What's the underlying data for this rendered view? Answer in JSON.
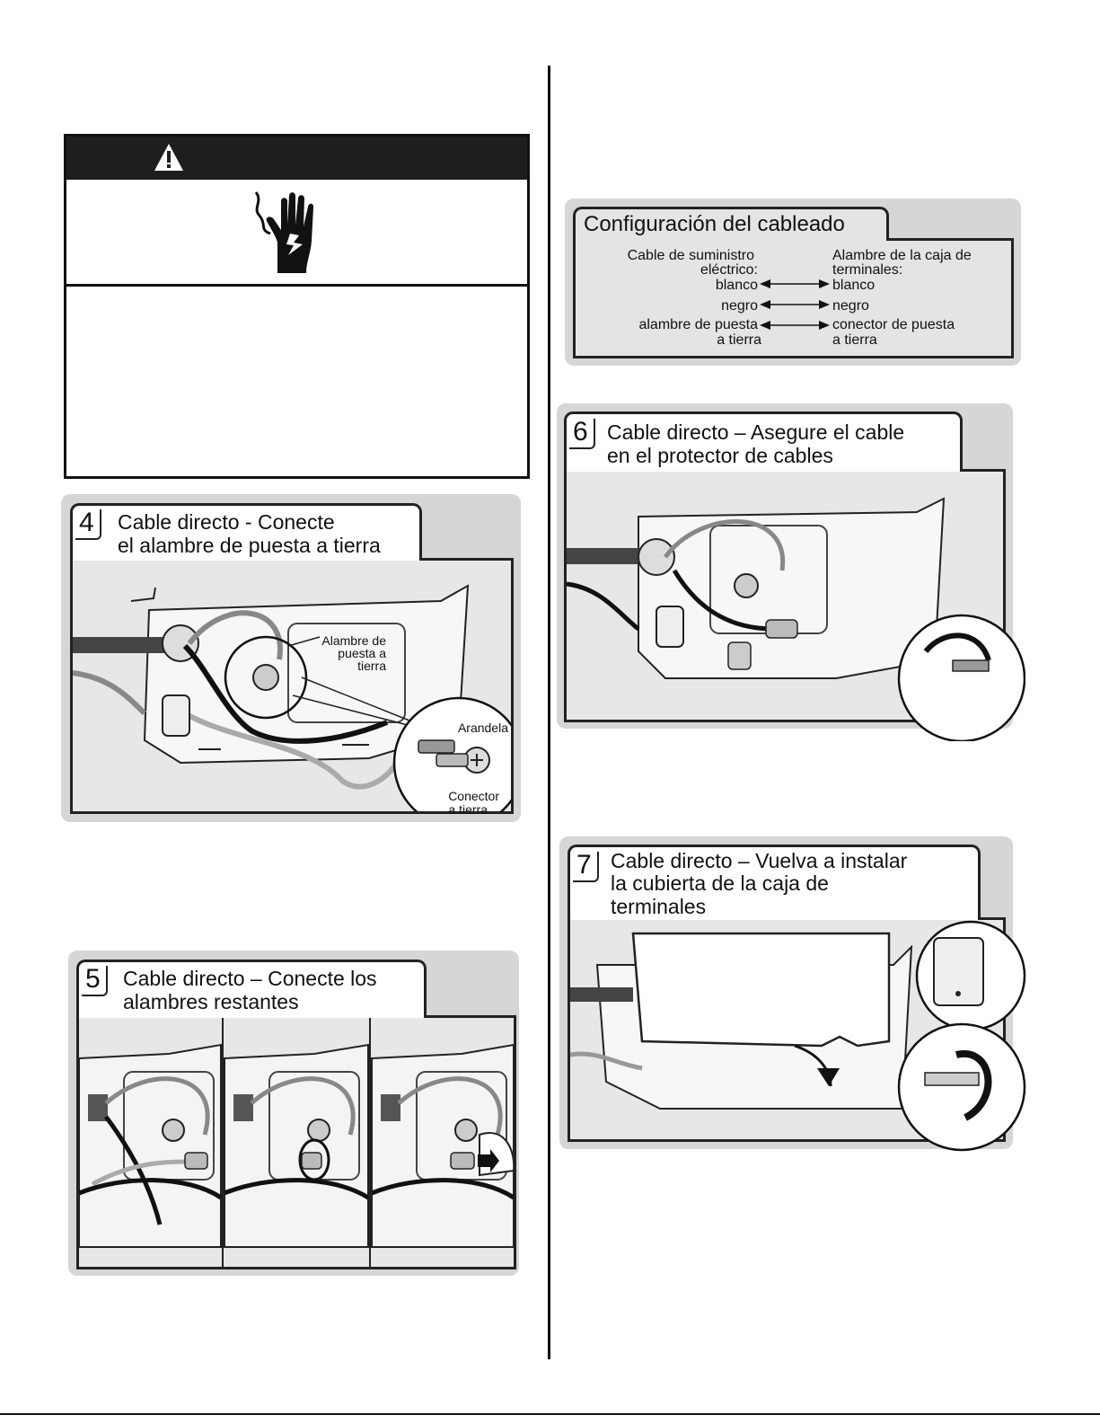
{
  "config": {
    "title": "Configuración del cableado",
    "left_header_1": "Cable de suministro",
    "left_header_2": "eléctrico:",
    "right_header_1": "Alambre de la caja de",
    "right_header_2": "terminales:",
    "left_white": "blanco",
    "right_white": "blanco",
    "left_black": "negro",
    "right_black": "negro",
    "left_ground_1": "alambre de puesta",
    "left_ground_2": "a tierra",
    "right_ground_1": "conector de puesta",
    "right_ground_2": "a tierra"
  },
  "step4": {
    "number": "4",
    "title_1": "Cable directo - Conecte",
    "title_2": "el alambre de puesta a tierra",
    "label_wire_1": "Alambre de",
    "label_wire_2": "puesta a",
    "label_wire_3": "tierra",
    "label_washer": "Arandela",
    "label_connector_1": "Conector",
    "label_connector_2": "a tierra"
  },
  "step5": {
    "number": "5",
    "title_1": "Cable directo – Conecte los",
    "title_2": "alambres restantes"
  },
  "step6": {
    "number": "6",
    "title_1": "Cable directo – Asegure el cable",
    "title_2": "en el protector de cables"
  },
  "step7": {
    "number": "7",
    "title_1": "Cable directo – Vuelva a instalar",
    "title_2": "la cubierta de la caja de",
    "title_3": "terminales"
  }
}
